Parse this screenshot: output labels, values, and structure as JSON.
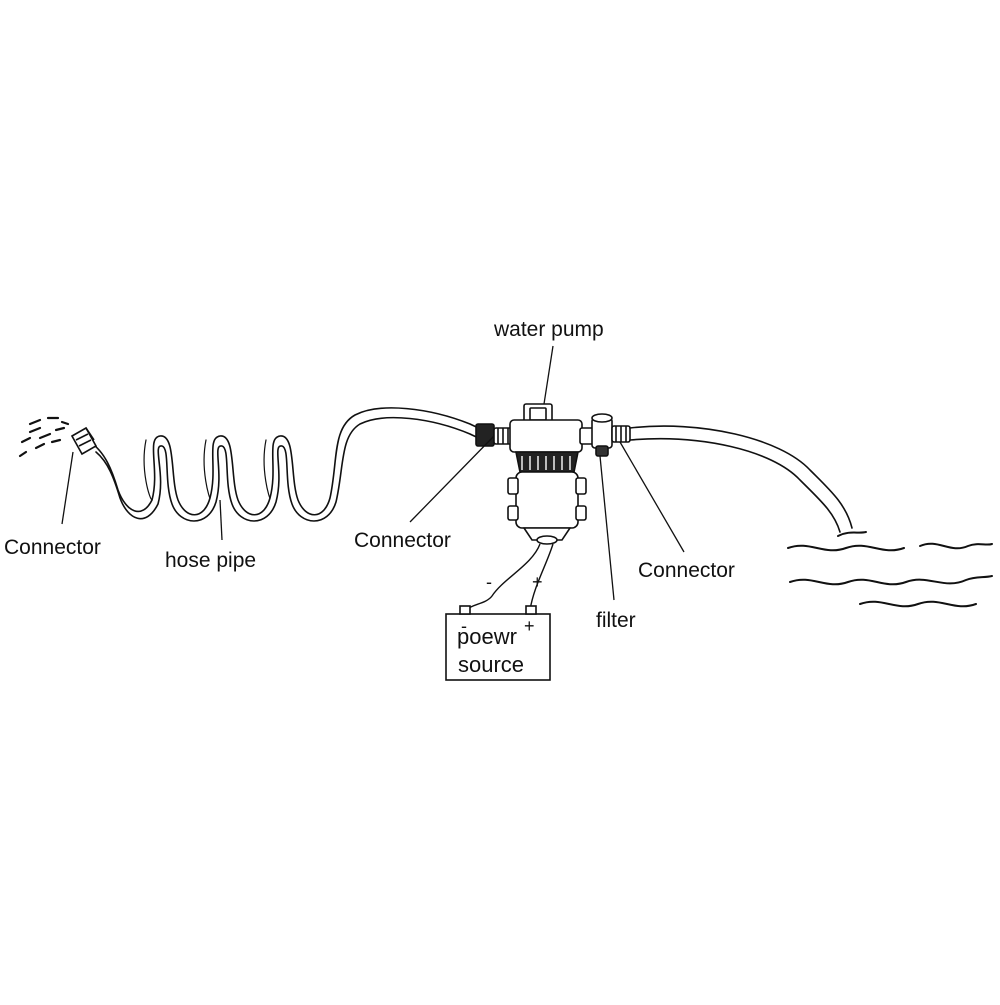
{
  "labels": {
    "water_pump": "water pump",
    "connector_left": "Connector",
    "hose_pipe": "hose pipe",
    "connector_middle": "Connector",
    "connector_right": "Connector",
    "filter": "filter"
  },
  "power_source": {
    "line1": "poewr",
    "line2": "source",
    "terminal_negative": "-",
    "terminal_positive": "+",
    "wire_negative": "-",
    "wire_positive": "+"
  },
  "colors": {
    "ink": "#111111",
    "background": "#ffffff",
    "pump_fill": "#ffffff"
  },
  "icons": [
    "spray-nozzle-icon",
    "water-pump-icon",
    "battery-icon",
    "water-waves-icon"
  ]
}
